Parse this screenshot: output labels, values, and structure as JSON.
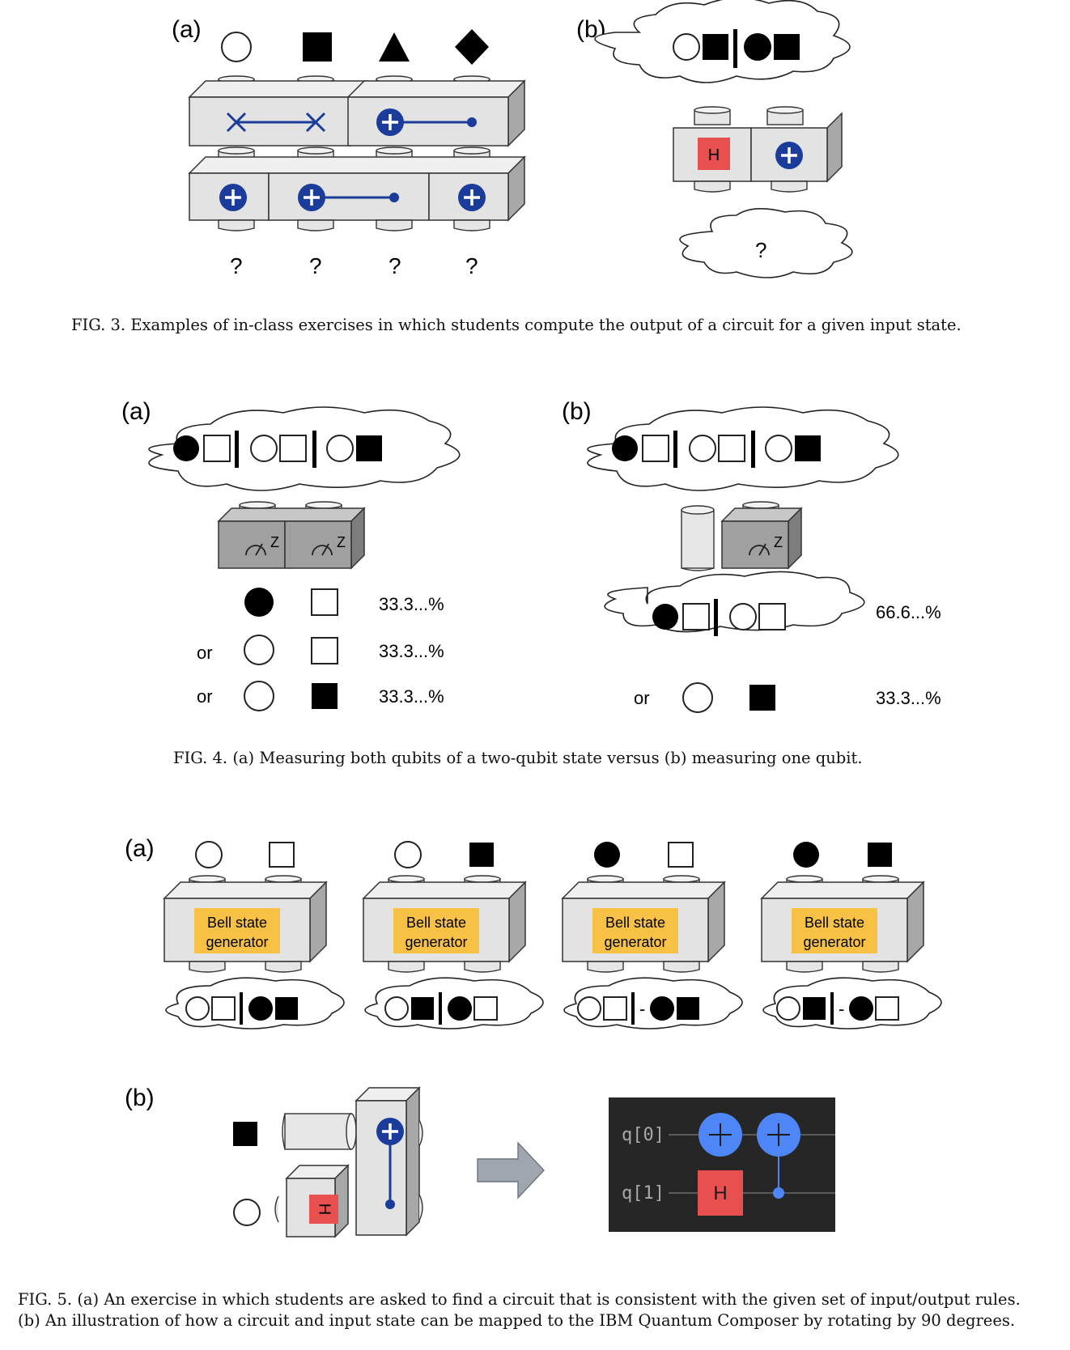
{
  "fig3": {
    "panel_a_label": "(a)",
    "panel_b_label": "(b)",
    "unknown_output": "?",
    "caption": "FIG. 3. Examples of in-class exercises in which students compute the output of a circuit for a given input state."
  },
  "fig4": {
    "panel_a_label": "(a)",
    "panel_b_label": "(b)",
    "measure_label": "Z",
    "or_label": "or",
    "panel_a_probs": [
      "33.3...%",
      "33.3...%",
      "33.3...%"
    ],
    "panel_b_probs": [
      "66.6...%",
      "33.3...%"
    ],
    "caption": "FIG. 4. (a) Measuring both qubits of a two-qubit state versus (b) measuring one qubit."
  },
  "fig5": {
    "panel_a_label": "(a)",
    "panel_b_label": "(b)",
    "generator_line1": "Bell state",
    "generator_line2": "generator",
    "minus_sign": "-",
    "hadamard_label": "H",
    "composer_qubit_0": "q[0]",
    "composer_qubit_1": "q[1]",
    "caption_line1": "FIG. 5. (a) An exercise in which students are asked to find a circuit that is consistent with the given set of input/output rules.",
    "caption_line2": "(b) An illustration of how a circuit and input state can be mapped to the IBM Quantum Composer by rotating by 90 degrees."
  },
  "colors": {
    "gate_blue": "#1b3c9b",
    "hadamard_red": "#e8504f",
    "generator_gold": "#f6c145",
    "block_light": "#e3e3e3",
    "block_dark": "#a8a8a8",
    "composer_bg": "#262626",
    "composer_blue": "#4f86f7"
  }
}
